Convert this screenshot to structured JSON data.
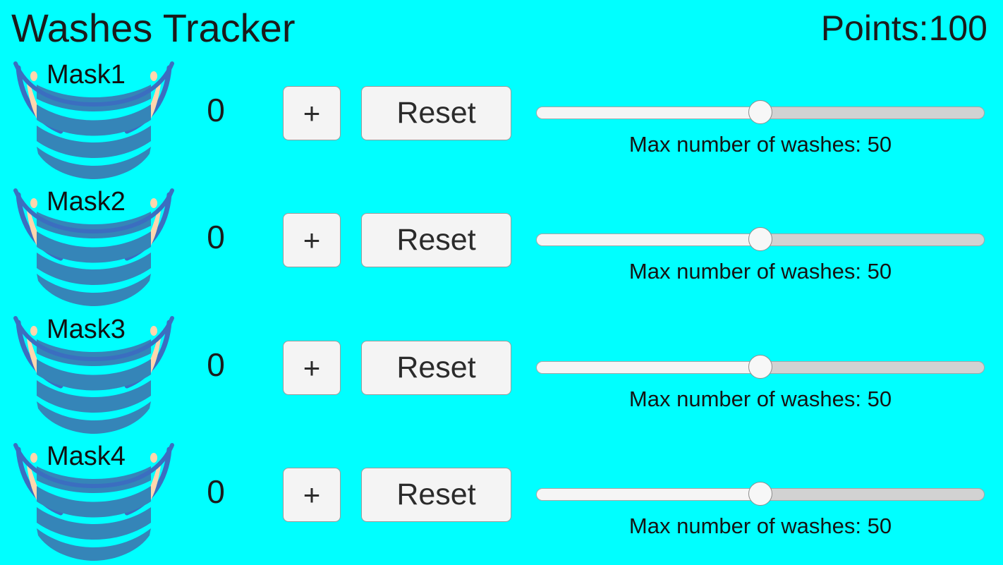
{
  "header": {
    "title": "Washes Tracker",
    "points_label": "Points:",
    "points_value": "100"
  },
  "theme": {
    "background": "#00ffff",
    "text": "#1b1b1b",
    "button_bg": "#f4f4f4",
    "button_border": "#9a9a9a",
    "mask_body": "#3585b8",
    "mask_strap": "#3b6ec0",
    "mask_ear": "#ffd6ad",
    "slider_track": "#d2d2d2",
    "slider_fill": "#f5f5f5",
    "slider_thumb": "#f7f7f7"
  },
  "controls": {
    "increment_label": "+",
    "reset_label": "Reset",
    "slider_caption_prefix": "Max number of washes: "
  },
  "rows": [
    {
      "mask_label": "Mask1",
      "mask_icon": "face-mask-icon",
      "count": "0",
      "increment_label": "+",
      "reset_label": "Reset",
      "slider_value": 50,
      "slider_min": 0,
      "slider_max": 100,
      "slider_percent": "50%",
      "slider_caption": "Max number of washes: 50"
    },
    {
      "mask_label": "Mask2",
      "mask_icon": "face-mask-icon",
      "count": "0",
      "increment_label": "+",
      "reset_label": "Reset",
      "slider_value": 50,
      "slider_min": 0,
      "slider_max": 100,
      "slider_percent": "50%",
      "slider_caption": "Max number of washes: 50"
    },
    {
      "mask_label": "Mask3",
      "mask_icon": "face-mask-icon",
      "count": "0",
      "increment_label": "+",
      "reset_label": "Reset",
      "slider_value": 50,
      "slider_min": 0,
      "slider_max": 100,
      "slider_percent": "50%",
      "slider_caption": "Max number of washes: 50"
    },
    {
      "mask_label": "Mask4",
      "mask_icon": "face-mask-icon",
      "count": "0",
      "increment_label": "+",
      "reset_label": "Reset",
      "slider_value": 50,
      "slider_min": 0,
      "slider_max": 100,
      "slider_percent": "50%",
      "slider_caption": "Max number of washes: 50"
    }
  ]
}
